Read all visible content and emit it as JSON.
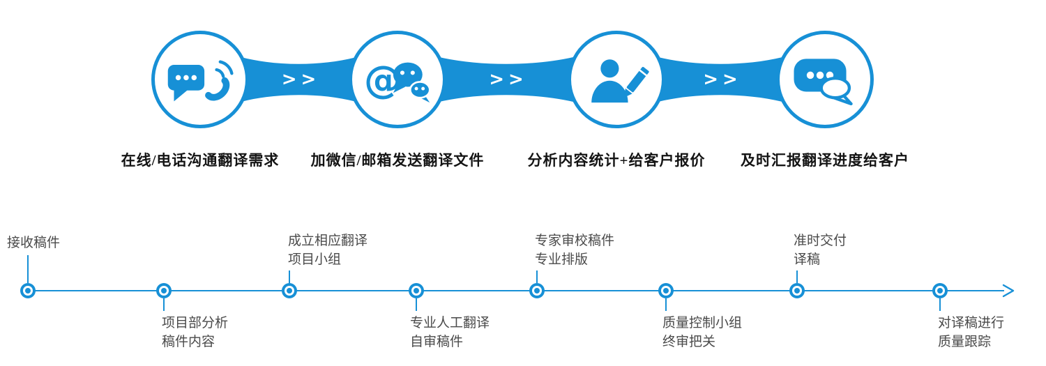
{
  "colors": {
    "primary": "#1790d6",
    "step_label_text": "#141414",
    "timeline_label_text": "#4a4a4a",
    "background": "#ffffff"
  },
  "process": {
    "connector_label": ">>",
    "steps": [
      {
        "icon": "chat-phone-icon",
        "label": "在线/电话沟通翻译需求"
      },
      {
        "icon": "at-wechat-icon",
        "label": "加微信/邮箱发送翻译文件"
      },
      {
        "icon": "analyst-pencil-icon",
        "label": "分析内容统计+给客户报价"
      },
      {
        "icon": "chat-bubbles-icon",
        "label": "及时汇报翻译进度给客户"
      }
    ]
  },
  "timeline": {
    "items": [
      {
        "line1": "接收稿件",
        "position": "above"
      },
      {
        "line1": "项目部分析",
        "line2": "稿件内容",
        "position": "below"
      },
      {
        "line1": "成立相应翻译",
        "line2": "项目小组",
        "position": "above"
      },
      {
        "line1": "专业人工翻译",
        "line2": "自审稿件",
        "position": "below"
      },
      {
        "line1": "专家审校稿件",
        "line2": "专业排版",
        "position": "above"
      },
      {
        "line1": "质量控制小组",
        "line2": "终审把关",
        "position": "below"
      },
      {
        "line1": "准时交付",
        "line2": "译稿",
        "position": "above"
      },
      {
        "line1": "对译稿进行",
        "line2": "质量跟踪",
        "position": "below"
      }
    ]
  }
}
